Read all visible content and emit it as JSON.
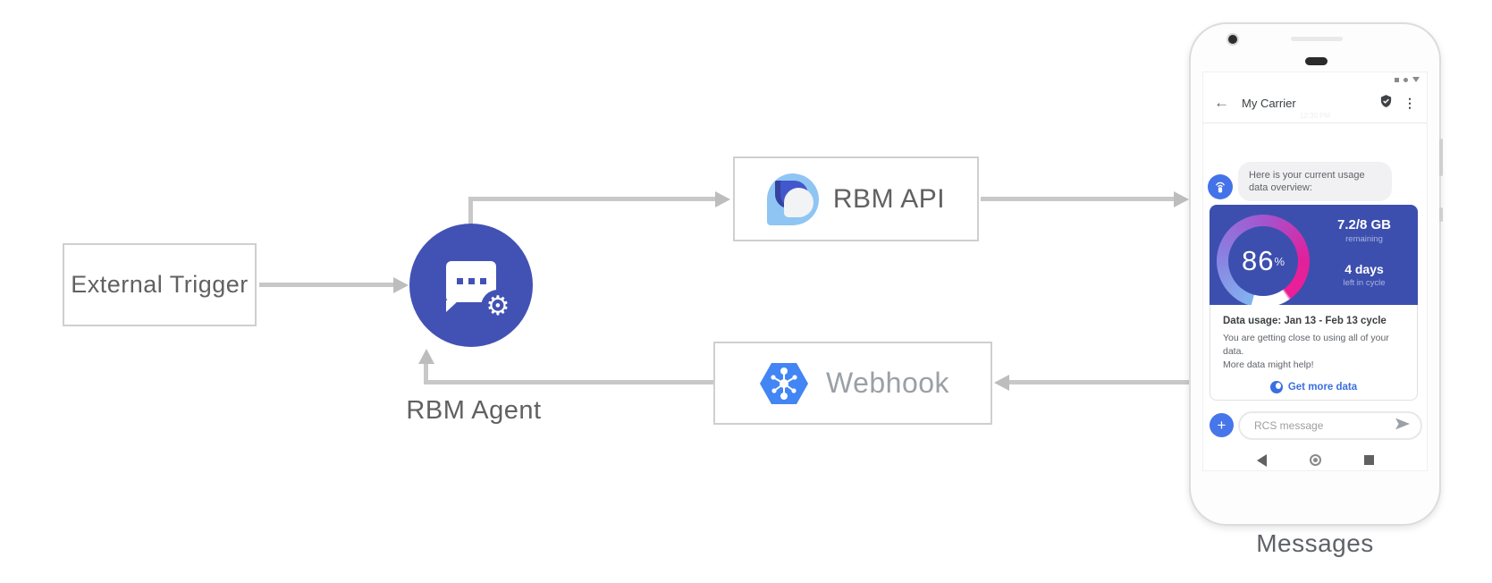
{
  "diagram": {
    "nodes": {
      "external_trigger": {
        "label": "External Trigger"
      },
      "rbm_agent": {
        "label": "RBM Agent"
      },
      "rbm_api": {
        "label": "RBM API"
      },
      "webhook": {
        "label": "Webhook"
      }
    },
    "icons": {
      "rbm_agent": "chat-bubble-gear-icon",
      "rbm_api": "rbm-teardrop-logo-icon",
      "webhook": "cloud-pubsub-hexagon-icon"
    },
    "colors": {
      "agent_circle": "#4252b4",
      "arrow": "#c8c8c8",
      "box_border": "#cfcfcf",
      "hexagon_blue": "#4285f4",
      "logo_light_blue": "#8fc5f3",
      "logo_navy": "#35429e"
    }
  },
  "phone": {
    "caption": "Messages",
    "status_icons": "signal-status-icons",
    "header": {
      "back_icon": "←",
      "title": "My Carrier",
      "verified_icon": "shield-check-icon",
      "menu_icon": "⋮",
      "time": "12:30 PM"
    },
    "bubble": {
      "avatar_icon": "antenna-broadcast-icon",
      "text": "Here is your current usage data overview:"
    },
    "usage_card": {
      "percent": "86",
      "percent_symbol": "%",
      "amount": "7.2/8 GB",
      "amount_label": "remaining",
      "days": "4 days",
      "days_label": "left in cycle",
      "title": "Data usage: Jan 13 - Feb 13 cycle",
      "body_line1": "You are getting close to using all of your data.",
      "body_line2": "More data might help!",
      "action_label": "Get more data",
      "action_icon": "globe-icon",
      "gauge_colors": [
        "#82b4f0",
        "#8a7fe0",
        "#a653cd",
        "#e0219c",
        "#ed1e96"
      ],
      "card_bg": "#3c4fae"
    },
    "compose": {
      "plus_label": "+",
      "placeholder": "RCS message",
      "send_icon": "send-arrow-icon"
    },
    "nav": {
      "back": "back-triangle-icon",
      "home": "home-circle-icon",
      "recents": "recents-square-icon"
    }
  }
}
